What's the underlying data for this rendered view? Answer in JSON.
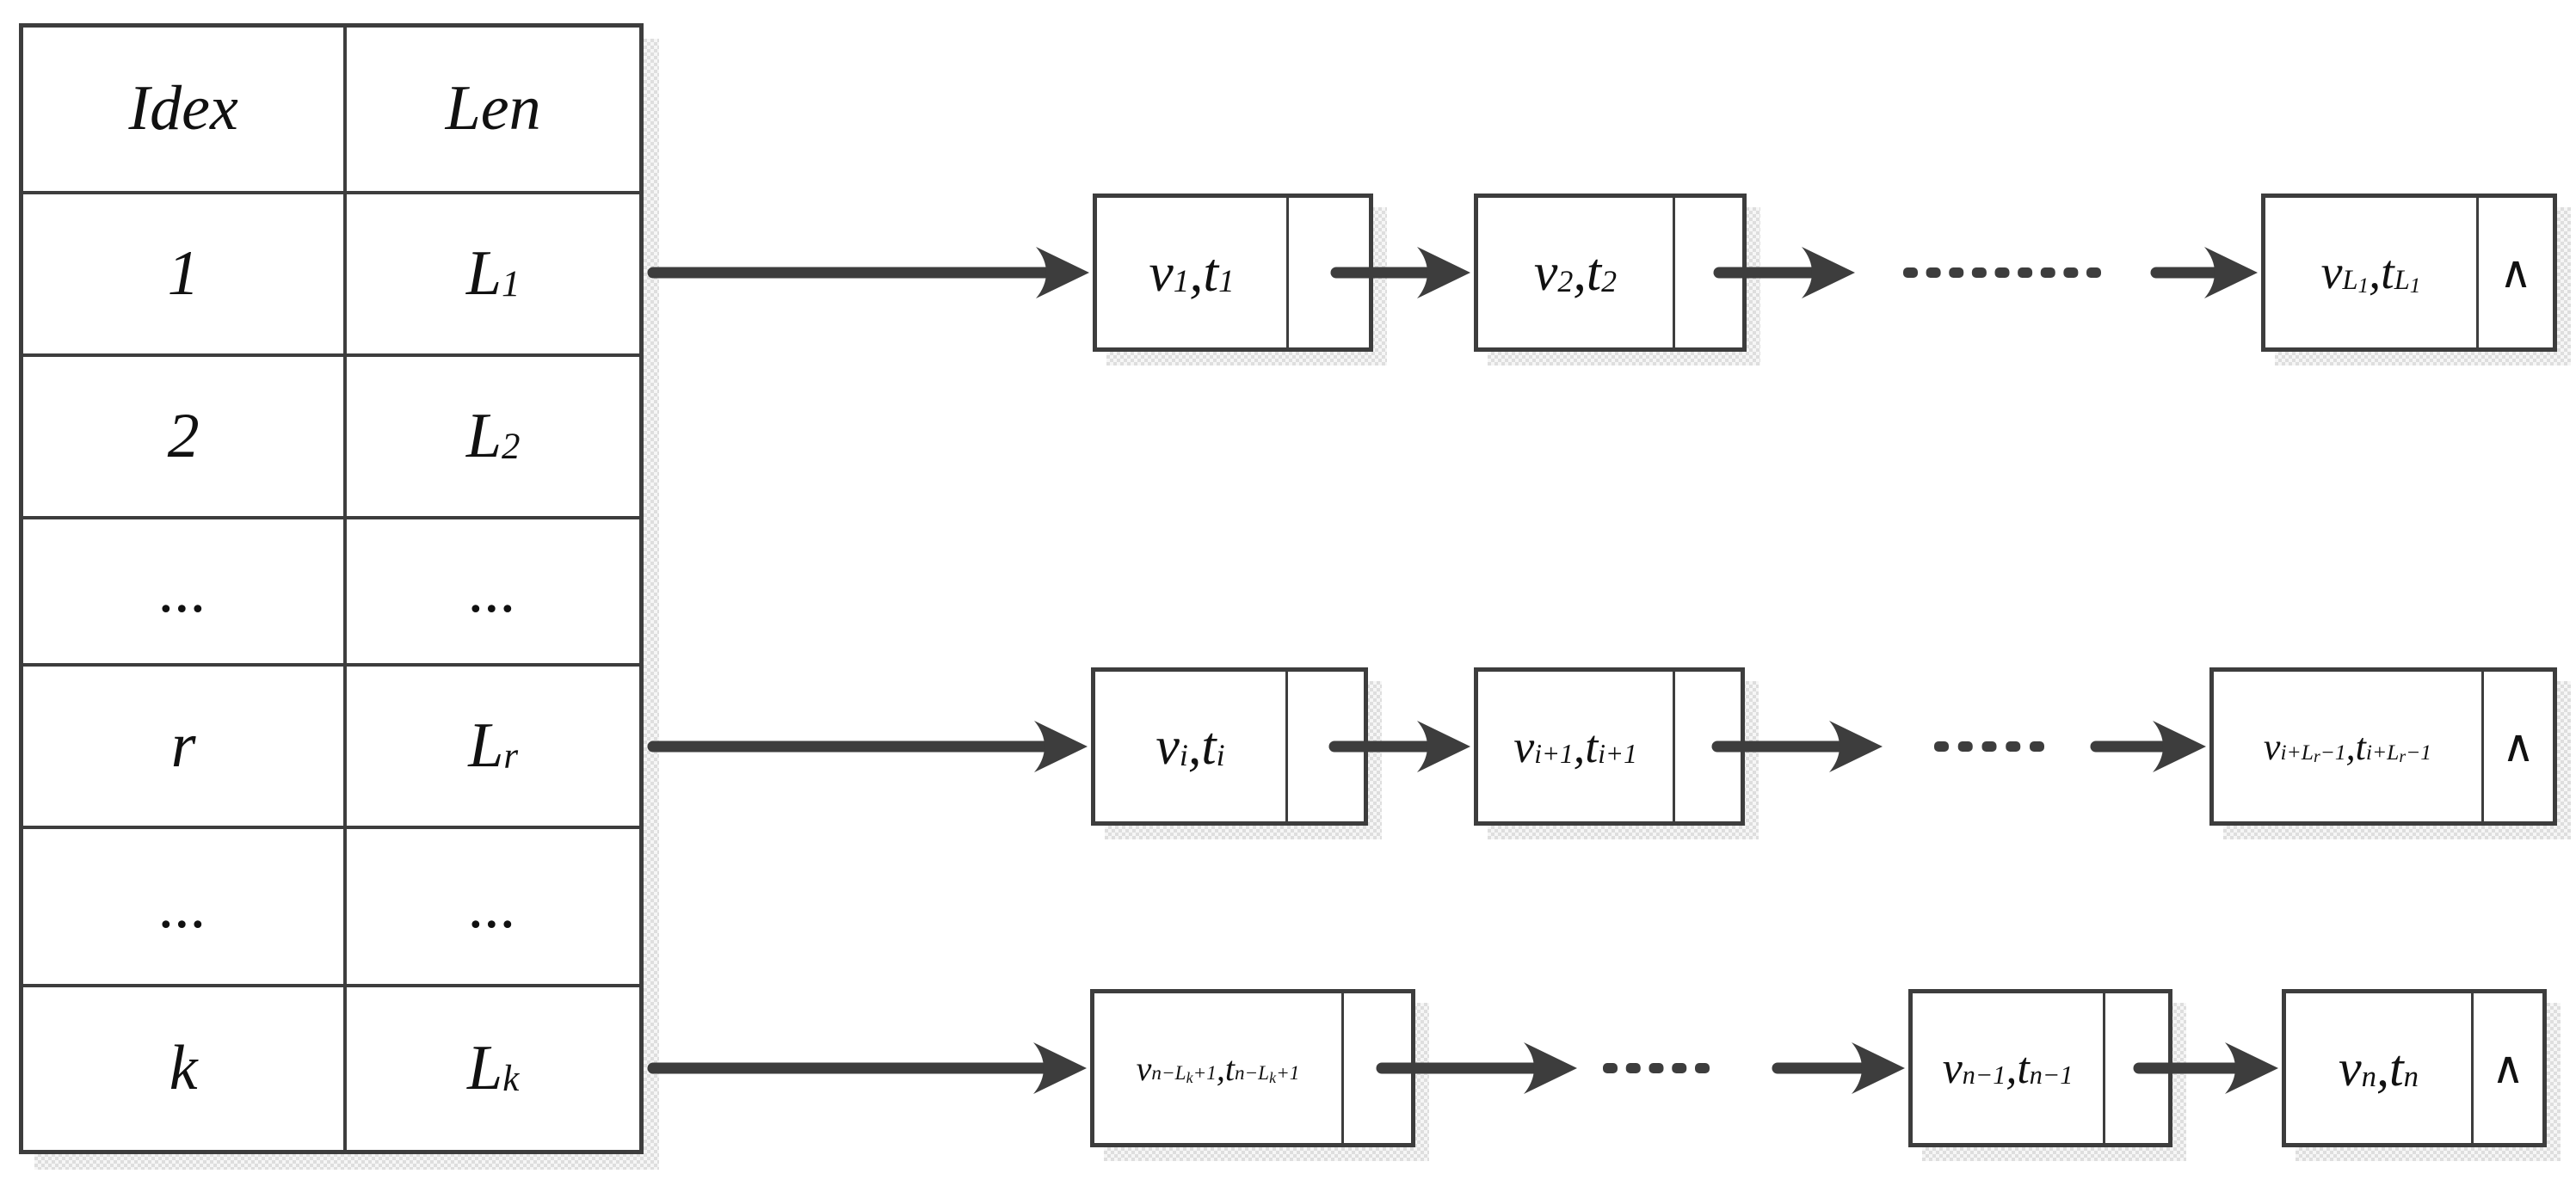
{
  "table": {
    "headers": [
      {
        "base": "Idex"
      },
      {
        "base": "Len"
      }
    ],
    "rows": [
      [
        {
          "base": "1"
        },
        {
          "base": "L",
          "sub": "1"
        }
      ],
      [
        {
          "base": "2"
        },
        {
          "base": "L",
          "sub": "2"
        }
      ],
      [
        {
          "base": "..."
        },
        {
          "base": "..."
        }
      ],
      [
        {
          "base": "r"
        },
        {
          "base": "L",
          "sub": "r"
        }
      ],
      [
        {
          "base": "..."
        },
        {
          "base": "..."
        }
      ],
      [
        {
          "base": "k"
        },
        {
          "base": "L",
          "sub": "k"
        }
      ]
    ]
  },
  "lists": [
    {
      "index": "1",
      "nodes": [
        {
          "segs": [
            [
              "v",
              0
            ],
            [
              "1",
              1
            ],
            [
              ", ",
              0
            ],
            [
              "t",
              0
            ],
            [
              "1",
              1
            ]
          ],
          "null_ptr": false
        },
        {
          "segs": [
            [
              "v",
              0
            ],
            [
              "2",
              1
            ],
            [
              ", ",
              0
            ],
            [
              "t",
              0
            ],
            [
              "2",
              1
            ]
          ],
          "null_ptr": false
        },
        {
          "segs": [
            [
              "v",
              0
            ],
            [
              "L",
              1
            ],
            [
              "1",
              2
            ],
            [
              ", ",
              0
            ],
            [
              "t",
              0
            ],
            [
              "L",
              1
            ],
            [
              "1",
              2
            ]
          ],
          "null_ptr": true
        }
      ],
      "ellipsis_dashes": 9
    },
    {
      "index": "r",
      "nodes": [
        {
          "segs": [
            [
              "v",
              0
            ],
            [
              "i",
              1
            ],
            [
              ", ",
              0
            ],
            [
              "t",
              0
            ],
            [
              "i",
              1
            ]
          ],
          "null_ptr": false
        },
        {
          "segs": [
            [
              "v",
              0
            ],
            [
              "i+1",
              1
            ],
            [
              ",",
              0
            ],
            [
              "t",
              0
            ],
            [
              "i+1",
              1
            ]
          ],
          "null_ptr": false
        },
        {
          "segs": [
            [
              "v",
              0
            ],
            [
              "i+L",
              1
            ],
            [
              "r",
              2
            ],
            [
              "−1",
              1
            ],
            [
              ",",
              0
            ],
            [
              "t",
              0
            ],
            [
              "i+L",
              1
            ],
            [
              "r",
              2
            ],
            [
              "−1",
              1
            ]
          ],
          "null_ptr": true
        }
      ],
      "ellipsis_dashes": 5
    },
    {
      "index": "k",
      "nodes": [
        {
          "segs": [
            [
              "v",
              0
            ],
            [
              "n−L",
              1
            ],
            [
              "k",
              2
            ],
            [
              "+1",
              1
            ],
            [
              ",",
              0
            ],
            [
              "t",
              0
            ],
            [
              "n−L",
              1
            ],
            [
              "k",
              2
            ],
            [
              "+1",
              1
            ]
          ],
          "null_ptr": false
        },
        {
          "segs": [
            [
              "v",
              0
            ],
            [
              "n−1",
              1
            ],
            [
              ",",
              0
            ],
            [
              "t",
              0
            ],
            [
              "n−1",
              1
            ]
          ],
          "null_ptr": false
        },
        {
          "segs": [
            [
              "v",
              0
            ],
            [
              "n",
              1
            ],
            [
              ", ",
              0
            ],
            [
              "t",
              0
            ],
            [
              "n",
              1
            ]
          ],
          "null_ptr": true
        }
      ],
      "ellipsis_dashes": 5
    }
  ],
  "null_symbol": "∧",
  "colors": {
    "line": "#3d3d3d",
    "text": "#111111",
    "shadow": "#dedede"
  }
}
